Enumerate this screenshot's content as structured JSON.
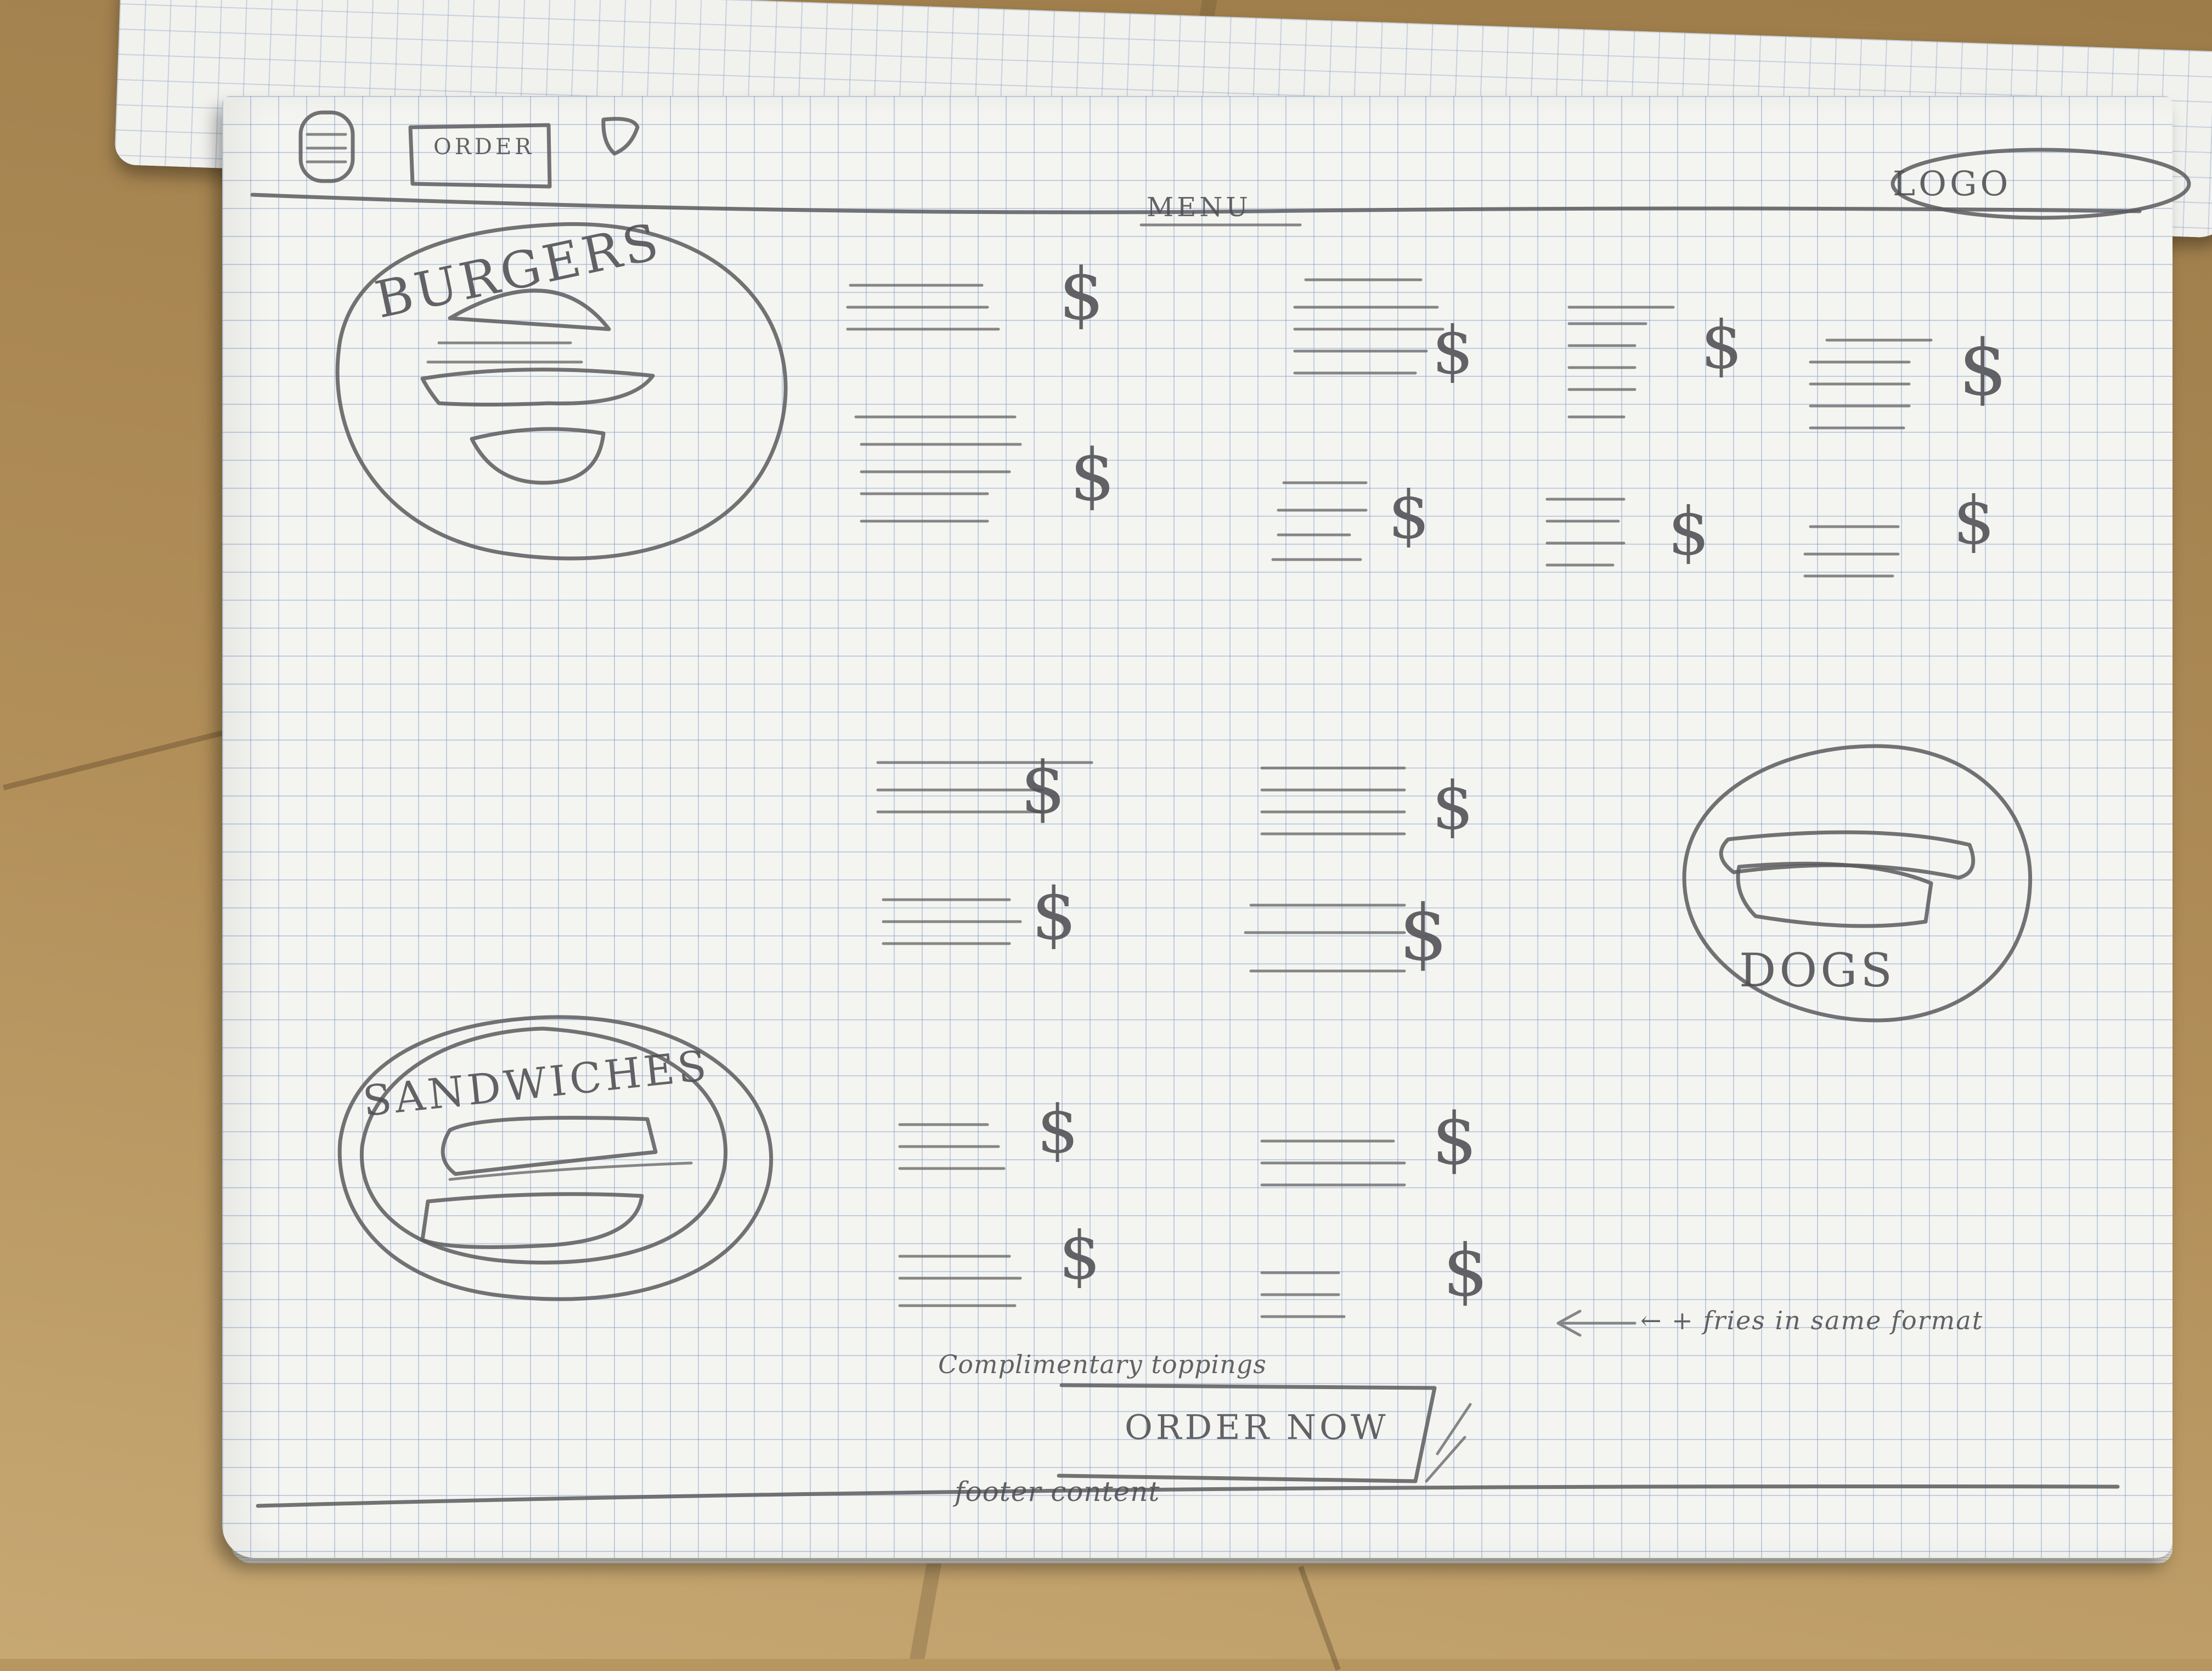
{
  "header": {
    "order_button": "ORDER",
    "logo": "LOGO",
    "menu_title": "MENU"
  },
  "categories": {
    "burgers": "BURGERS",
    "sandwiches": "SANDWICHES",
    "dogs": "DOGS"
  },
  "price_symbol": "$",
  "notes": {
    "fries": "← + fries in same format",
    "toppings": "Complimentary toppings",
    "order_now": "ORDER NOW",
    "footer": "footer content"
  }
}
